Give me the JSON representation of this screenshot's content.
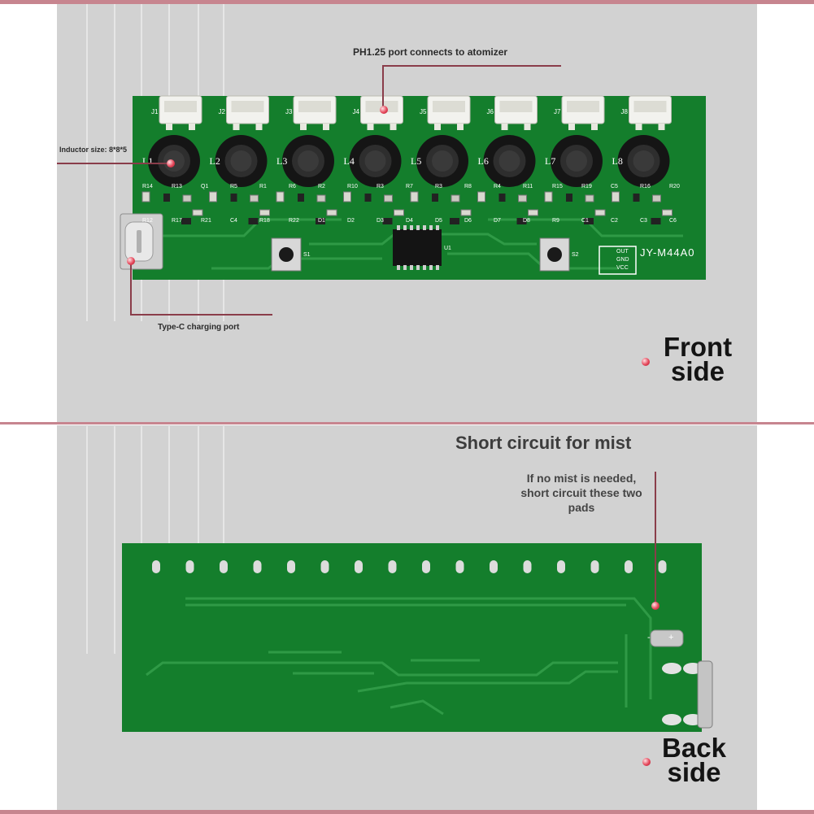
{
  "colors": {
    "background": "#d2d2d2",
    "pcb_green": "#147e2c",
    "pcb_trace": "#2f9a46",
    "accent_rule": "#c7858f",
    "marker_red": "#e5475a"
  },
  "front": {
    "callouts": {
      "atomizer": "PH1.25 port connects to atomizer",
      "inductor": "Inductor size: 8*8*5",
      "typec": "Type-C charging port"
    },
    "side_label": "Front\nside",
    "board": {
      "model": "JY-M44A0",
      "connectors": [
        "J1",
        "J2",
        "J3",
        "J4",
        "J5",
        "J6",
        "J7",
        "J8"
      ],
      "inductors": [
        "L1",
        "L2",
        "L3",
        "L4",
        "L5",
        "L6",
        "L7",
        "L8"
      ],
      "chip_label": "U1",
      "switches": [
        "S1",
        "S2"
      ],
      "pins": [
        "OUT",
        "GND",
        "VCC"
      ],
      "silkscreen": [
        "R14",
        "R13",
        "Q1",
        "R5",
        "R1",
        "R6",
        "R2",
        "R10",
        "R3",
        "R7",
        "R3",
        "R8",
        "R4",
        "R11",
        "R15",
        "R19",
        "C5",
        "R16",
        "R20",
        "R12",
        "R17",
        "R21",
        "C4",
        "R18",
        "R22",
        "D1",
        "D2",
        "D3",
        "D4",
        "D5",
        "D6",
        "D7",
        "D8",
        "R9",
        "C1",
        "C2",
        "C3",
        "C6"
      ]
    }
  },
  "back": {
    "title": "Short circuit for mist",
    "note": "If no mist is needed,\nshort circuit these two\npads",
    "side_label": "Back\nside",
    "board_marks": [
      "+",
      "-"
    ]
  }
}
